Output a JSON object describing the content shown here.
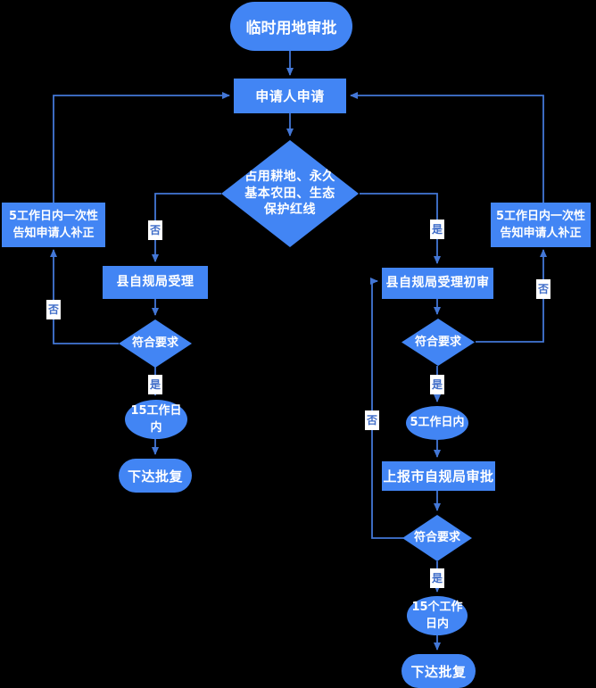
{
  "theme": {
    "bg": "#000000",
    "node_fill": "#4285f4",
    "line_color": "#4377d6",
    "label_color": "#3e6cc8",
    "node_text": "#ffffff"
  },
  "nodes": {
    "start": {
      "label": "临时用地审批"
    },
    "apply": {
      "label": "申请人申请"
    },
    "main_decision": {
      "label": "占用耕地、永久\n基本农田、生态\n保护红线"
    },
    "notify_left": {
      "label": "5工作日内一次性\n告知申请人补正"
    },
    "notify_right": {
      "label": "5工作日内一次性\n告知申请人补正"
    },
    "accept_left": {
      "label": "县自规局受理"
    },
    "check_left": {
      "label": "符合要求"
    },
    "days15_left": {
      "label": "15工作日\n内"
    },
    "result_left": {
      "label": "下达批复"
    },
    "accept_right": {
      "label": "县自规局受理初审"
    },
    "check_right": {
      "label": "符合要求"
    },
    "days5_right": {
      "label": "5工作日内"
    },
    "report_city": {
      "label": "上报市自规局审批"
    },
    "check_bottom": {
      "label": "符合要求"
    },
    "days15_right": {
      "label": "15个工作\n日内"
    },
    "result_right": {
      "label": "下达批复"
    }
  },
  "edge_labels": {
    "yes": "是",
    "no": "否"
  }
}
